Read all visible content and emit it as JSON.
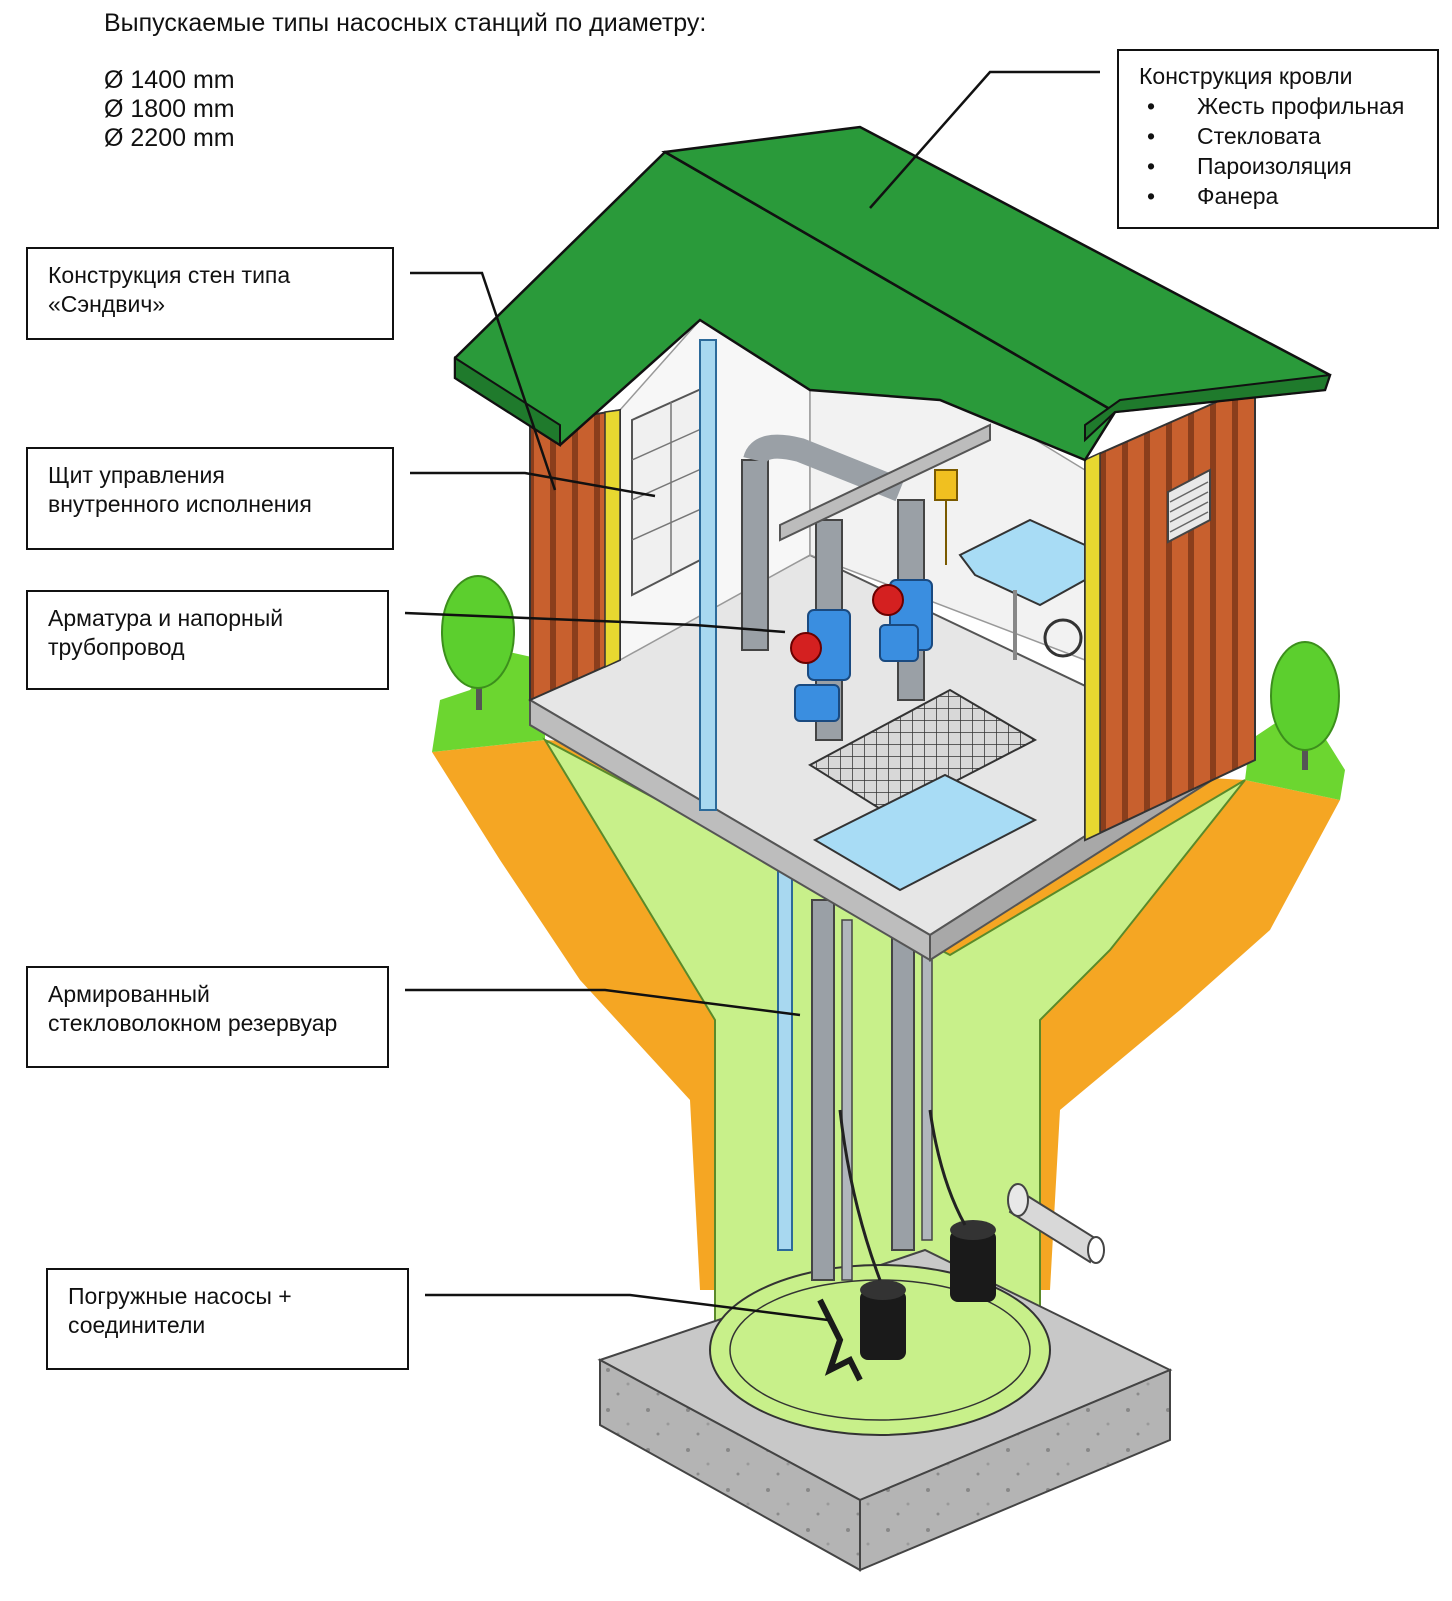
{
  "heading": "Выпускаемые типы насосных станций по диаметру:",
  "diameters": [
    "Ø 1400 mm",
    "Ø 1800 mm",
    "Ø 2200 mm"
  ],
  "roof": {
    "title": "Конструкция кровли",
    "items": [
      "Жесть профильная",
      "Стекловата",
      "Пароизоляция",
      "Фанера"
    ]
  },
  "callouts": {
    "walls": "Конструкция стен типа\n«Сэндвич»",
    "panel": "Щит управления\nвнутренного исполнения",
    "fittings": "Арматура и напорный\nтрубопровод",
    "tank": "Армированный\nстекловолокном резервуар",
    "pumps": "Погружные насосы +\nсоединители"
  },
  "colors": {
    "roof": "#2a9a3a",
    "roof_dark": "#1f7a2c",
    "wall": "#c8602e",
    "wall_stripe": "#8a3e1c",
    "tank": "#c8f08a",
    "soil": "#f5a623",
    "grass": "#6cd630",
    "floor": "#e6e6e6",
    "pipe": "#9aa0a6",
    "valve_blue": "#3a8ee0",
    "valve_red": "#d42020",
    "concrete": "#b4b4b4"
  }
}
